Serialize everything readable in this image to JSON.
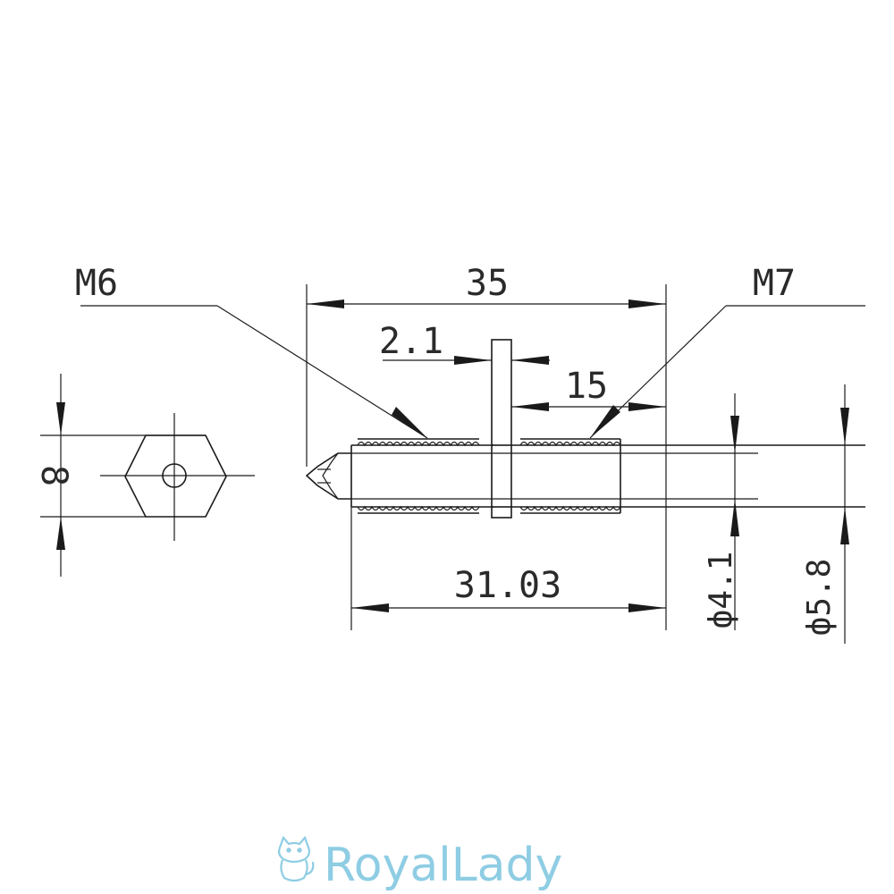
{
  "drawing": {
    "labels": {
      "m6": "M6",
      "m7": "M7",
      "total_length": "35",
      "flange_width": "2.1",
      "m7_thread_length": "15",
      "body_length": "31.03",
      "hex_size": "8",
      "inner_diameter": "ф4.1",
      "outer_diameter": "ф5.8"
    }
  },
  "watermark": {
    "brand": "RoyalLady",
    "icon": "cat-icon",
    "color": "#8ecde3"
  }
}
